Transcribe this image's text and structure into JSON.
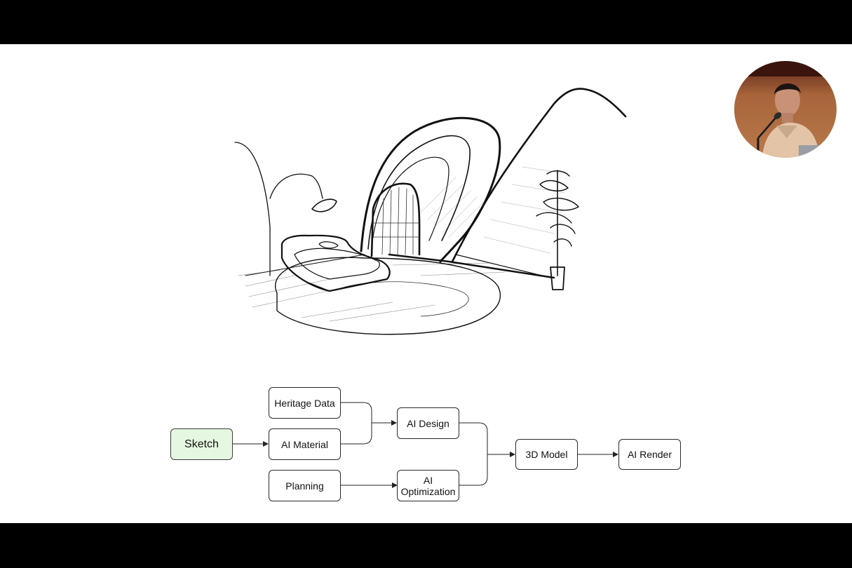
{
  "flowchart": {
    "nodes": {
      "sketch": "Sketch",
      "heritage_data": "Heritage Data",
      "ai_material": "AI Material",
      "planning": "Planning",
      "ai_design": "AI Design",
      "ai_optimization_1": "AI",
      "ai_optimization_2": "Optimization",
      "model_3d": "3D Model",
      "ai_render": "AI Render"
    }
  },
  "colors": {
    "background": "#ffffff",
    "letterbox": "#000000",
    "sketch_node_fill": "#e6f7e1",
    "node_border": "#2a2a2a"
  },
  "icons": {
    "speaker": "speaker-webcam-thumbnail",
    "sketch": "hand-drawn-interior-sketch"
  }
}
